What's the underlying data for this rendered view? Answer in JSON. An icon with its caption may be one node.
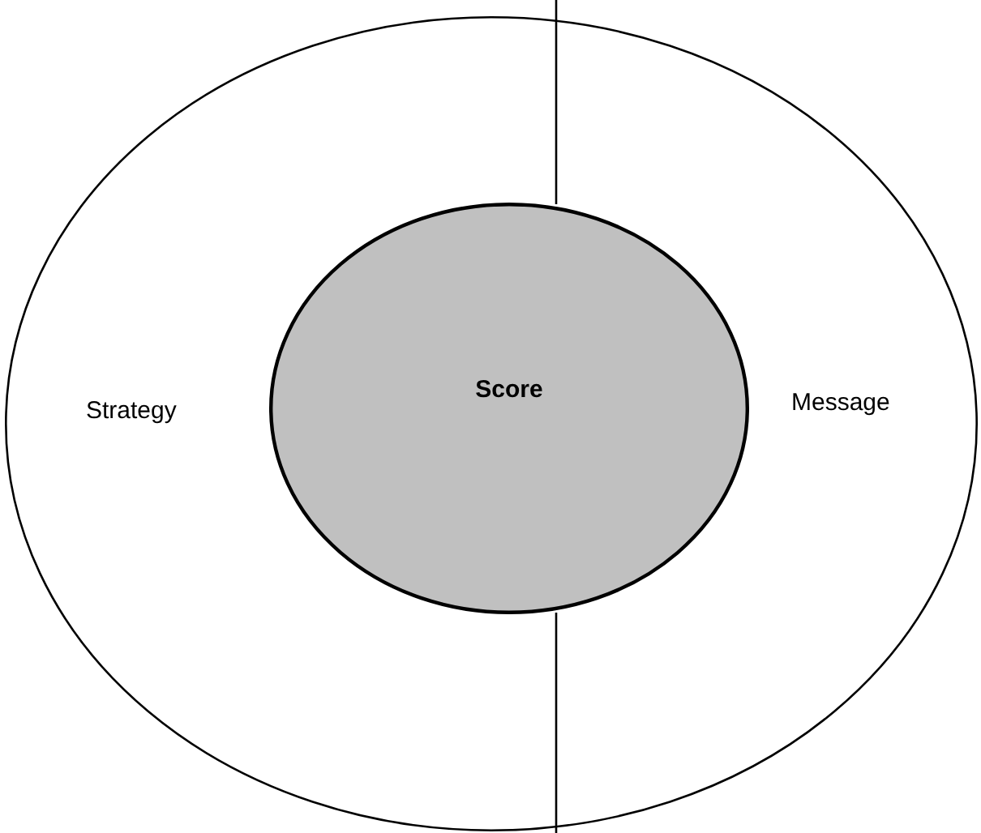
{
  "diagram": {
    "nodes": [
      {
        "text": [
          "Strategy",
          "Message"
        ]
      },
      {
        "text": [
          "Score"
        ],
        "in": 0
      }
    ]
  }
}
